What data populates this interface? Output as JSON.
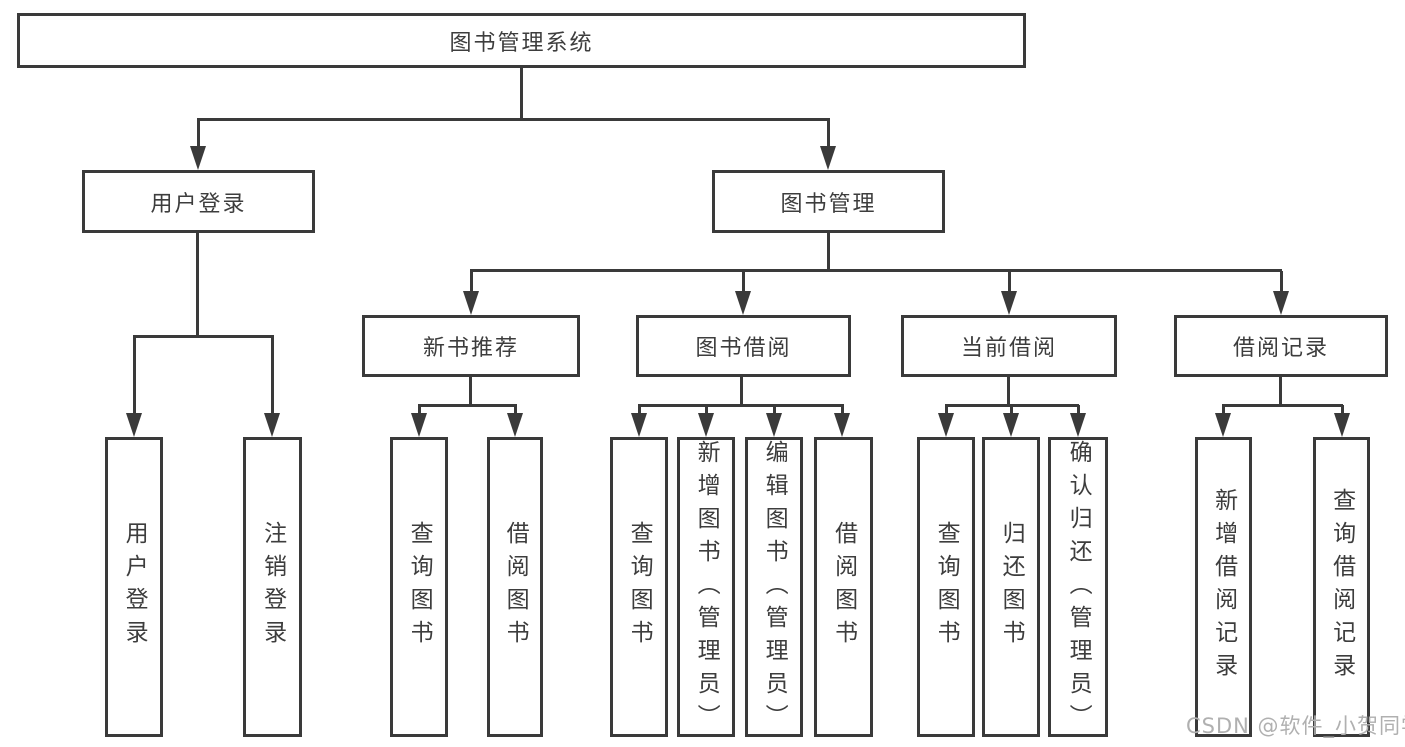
{
  "tree": {
    "root": "图书管理系统",
    "level2": [
      "用户登录",
      "图书管理"
    ],
    "level3": [
      "新书推荐",
      "图书借阅",
      "当前借阅",
      "借阅记录"
    ],
    "leaves_login": [
      "用户登录",
      "注销登录"
    ],
    "leaves_newbook": [
      "查询图书",
      "借阅图书"
    ],
    "leaves_borrow": [
      "查询图书",
      "新增图书（管理员）",
      "编辑图书（管理员）",
      "借阅图书"
    ],
    "leaves_current": [
      "查询图书",
      "归还图书",
      "确认归还（管理员）"
    ],
    "leaves_records": [
      "新增借阅记录",
      "查询借阅记录"
    ]
  },
  "watermark": "CSDN @软件_小贺同学",
  "colors": {
    "line": "#3a3a3a",
    "text": "#3d3d3d",
    "background": "#ffffff",
    "watermark": "#b0b0b0"
  }
}
